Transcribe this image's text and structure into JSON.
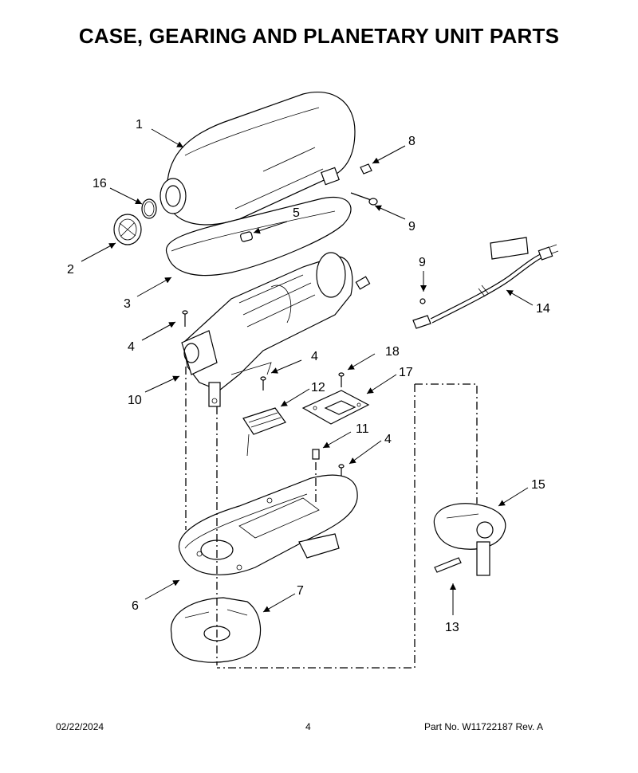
{
  "title": "CASE, GEARING AND PLANETARY UNIT PARTS",
  "callouts": [
    "1",
    "16",
    "2",
    "3",
    "5",
    "8",
    "9",
    "9",
    "14",
    "4",
    "10",
    "4",
    "12",
    "18",
    "17",
    "11",
    "4",
    "15",
    "6",
    "7",
    "13"
  ],
  "footer": {
    "date": "02/22/2024",
    "page": "4",
    "part": "Part No.  W11722187  Rev.  A"
  }
}
